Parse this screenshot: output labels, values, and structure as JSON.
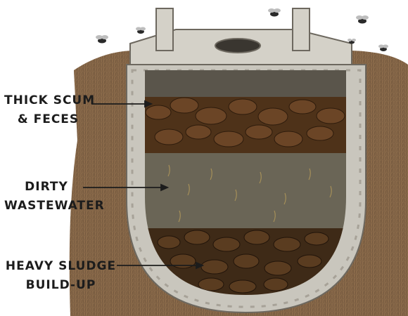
{
  "labels": {
    "scum": {
      "line1": "THICK SCUM",
      "line2": "& FECES"
    },
    "water": {
      "line1": "DIRTY",
      "line2": "WASTEWATER"
    },
    "sludge": {
      "line1": "HEAVY SLUDGE",
      "line2": "BUILD-UP"
    }
  },
  "colors": {
    "soil": "#7a5a3c",
    "concrete": "#c9c6bd",
    "concrete_dark": "#8f8a80",
    "scum": "#4e3219",
    "water": "#6a6556",
    "sludge": "#3e2a17"
  },
  "icons": [
    "fly-icon"
  ]
}
